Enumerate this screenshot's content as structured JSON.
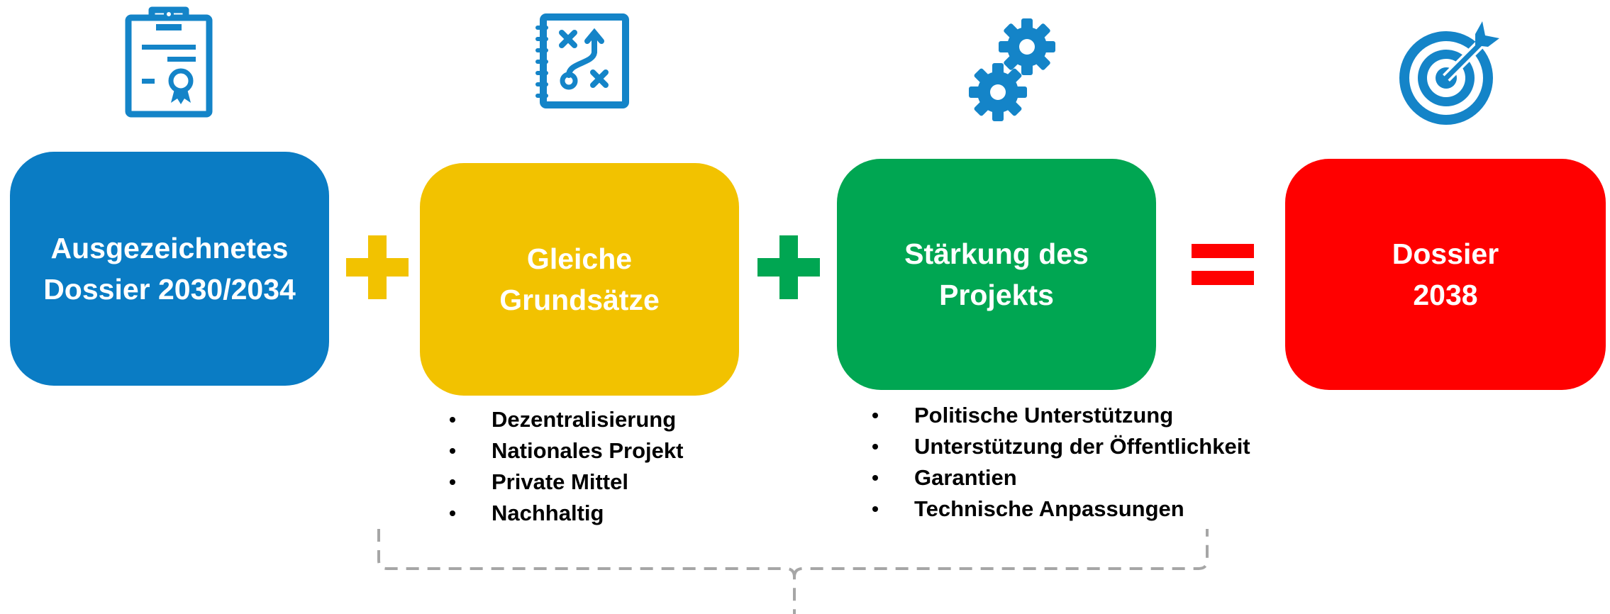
{
  "colors": {
    "blue": "#0A7CC4",
    "yellow": "#F2C200",
    "green": "#00A652",
    "red": "#FF0000",
    "icon_blue": "#1484C8",
    "brace_gray": "#A6A6A6"
  },
  "icons": [
    "certificate-icon",
    "strategy-plan-icon",
    "gears-icon",
    "target-icon"
  ],
  "boxes": {
    "dossier_old": {
      "line1": "Ausgezeichnetes",
      "line2": "Dossier 2030/2034"
    },
    "principles": {
      "line1": "Gleiche",
      "line2": "Grundsätze"
    },
    "strengthening": {
      "line1": "Stärkung des",
      "line2": "Projekts"
    },
    "dossier_new": {
      "line1": "Dossier",
      "line2": "2038"
    }
  },
  "operators": [
    "plus",
    "plus",
    "equals"
  ],
  "principles_bullets": [
    "Dezentralisierung",
    "Nationales Projekt",
    "Private Mittel",
    "Nachhaltig"
  ],
  "strengthening_bullets": [
    "Politische Unterstützung",
    "Unterstützung der Öffentlichkeit",
    "Garantien",
    "Technische Anpassungen"
  ]
}
